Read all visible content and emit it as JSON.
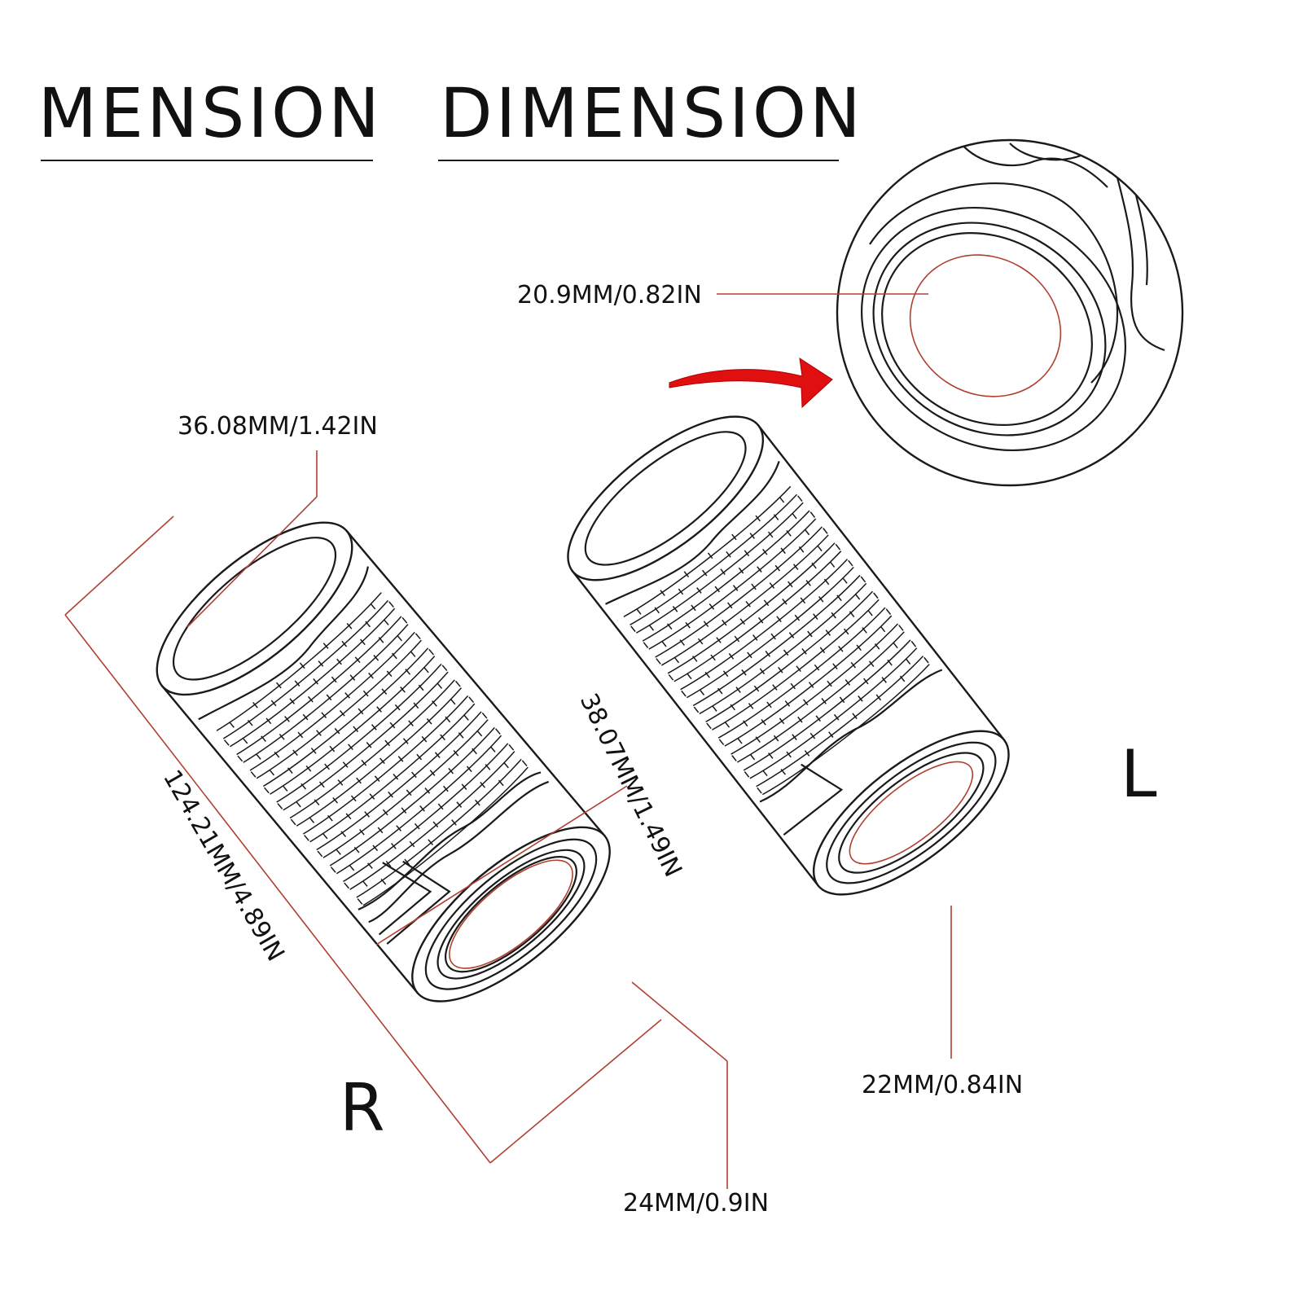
{
  "header": {
    "title_left": "MENSION",
    "title_right": "DIMENSION"
  },
  "labels": {
    "inner_diameter_detail": "20.9MM/0.82IN",
    "outer_diameter_end": "36.08MM/1.42IN",
    "outer_diameter_open_end": "38.07MM/1.49IN",
    "length": "124.21MM/4.89IN",
    "inner_diameter_right": "24MM/0.9IN",
    "inner_diameter_left": "22MM/0.84IN"
  },
  "sides": {
    "right": "R",
    "left": "L"
  },
  "colors": {
    "ink": "#1a1a1a",
    "dimension_line": "#b04030",
    "arrow": "#e01010"
  },
  "icons": {
    "arrow": "curved-arrow-icon"
  }
}
